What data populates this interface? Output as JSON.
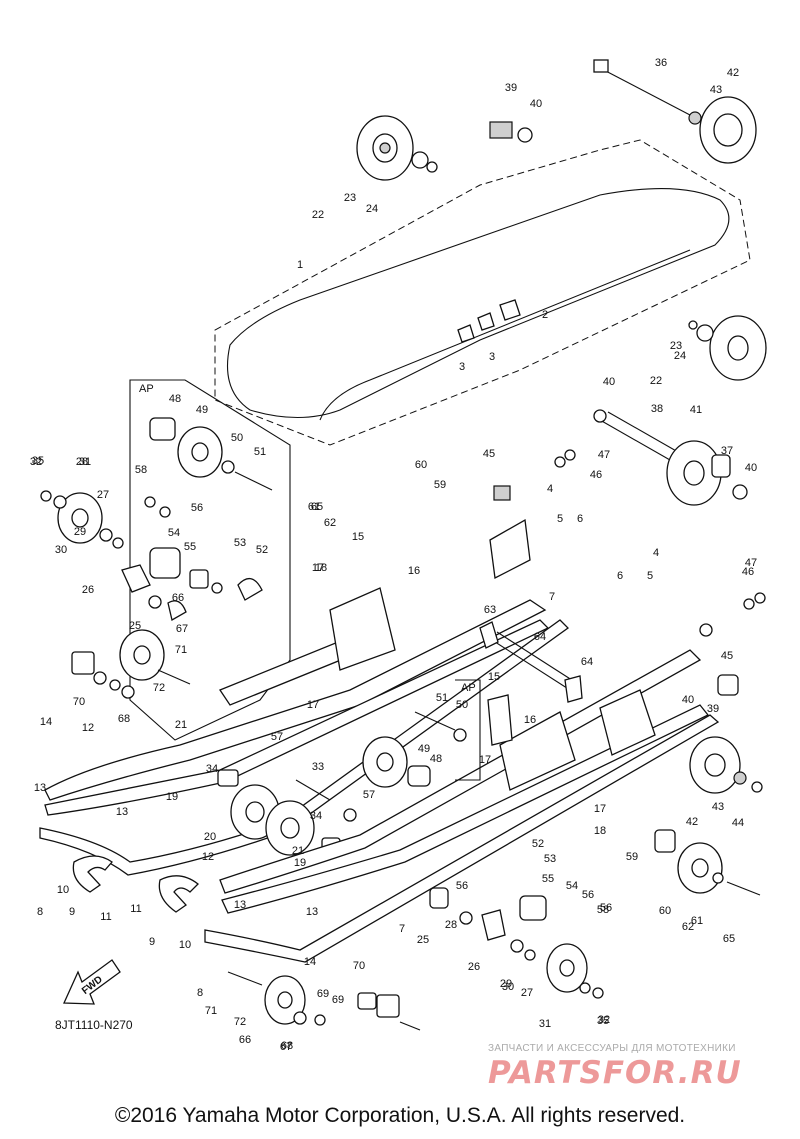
{
  "diagram_code": "8JT1110-N270",
  "copyright": "©2016 Yamaha Motor Corporation, U.S.A. All rights reserved.",
  "watermark": {
    "tagline": "ЗАПЧАСТИ И АКСЕССУАРЫ ДЛЯ МОТОТЕХНИКИ",
    "logo_text": "PARTSFOR.RU"
  },
  "fwd_label": "FWD",
  "ap_labels": [
    "AP",
    "AP"
  ],
  "callouts": [
    "1",
    "2",
    "3",
    "3",
    "4",
    "4",
    "5",
    "5",
    "6",
    "6",
    "7",
    "7",
    "8",
    "8",
    "9",
    "9",
    "10",
    "10",
    "11",
    "11",
    "12",
    "12",
    "13",
    "13",
    "13",
    "13",
    "14",
    "14",
    "15",
    "15",
    "16",
    "16",
    "17",
    "17",
    "17",
    "17",
    "18",
    "18",
    "19",
    "19",
    "20",
    "21",
    "21",
    "22",
    "22",
    "23",
    "23",
    "24",
    "24",
    "25",
    "25",
    "26",
    "26",
    "27",
    "27",
    "28",
    "28",
    "29",
    "29",
    "30",
    "30",
    "31",
    "31",
    "32",
    "32",
    "33",
    "34",
    "34",
    "35",
    "35",
    "36",
    "37",
    "38",
    "39",
    "39",
    "40",
    "40",
    "40",
    "40",
    "41",
    "42",
    "42",
    "43",
    "43",
    "44",
    "45",
    "45",
    "46",
    "46",
    "47",
    "47",
    "48",
    "48",
    "49",
    "49",
    "50",
    "50",
    "51",
    "51",
    "52",
    "52",
    "53",
    "53",
    "54",
    "54",
    "55",
    "55",
    "56",
    "56",
    "56",
    "56",
    "57",
    "57",
    "58",
    "58",
    "59",
    "59",
    "60",
    "60",
    "61",
    "61",
    "62",
    "62",
    "63",
    "64",
    "64",
    "65",
    "65",
    "66",
    "66",
    "67",
    "67",
    "68",
    "68",
    "69",
    "69",
    "70",
    "70",
    "71",
    "71",
    "72",
    "72"
  ]
}
